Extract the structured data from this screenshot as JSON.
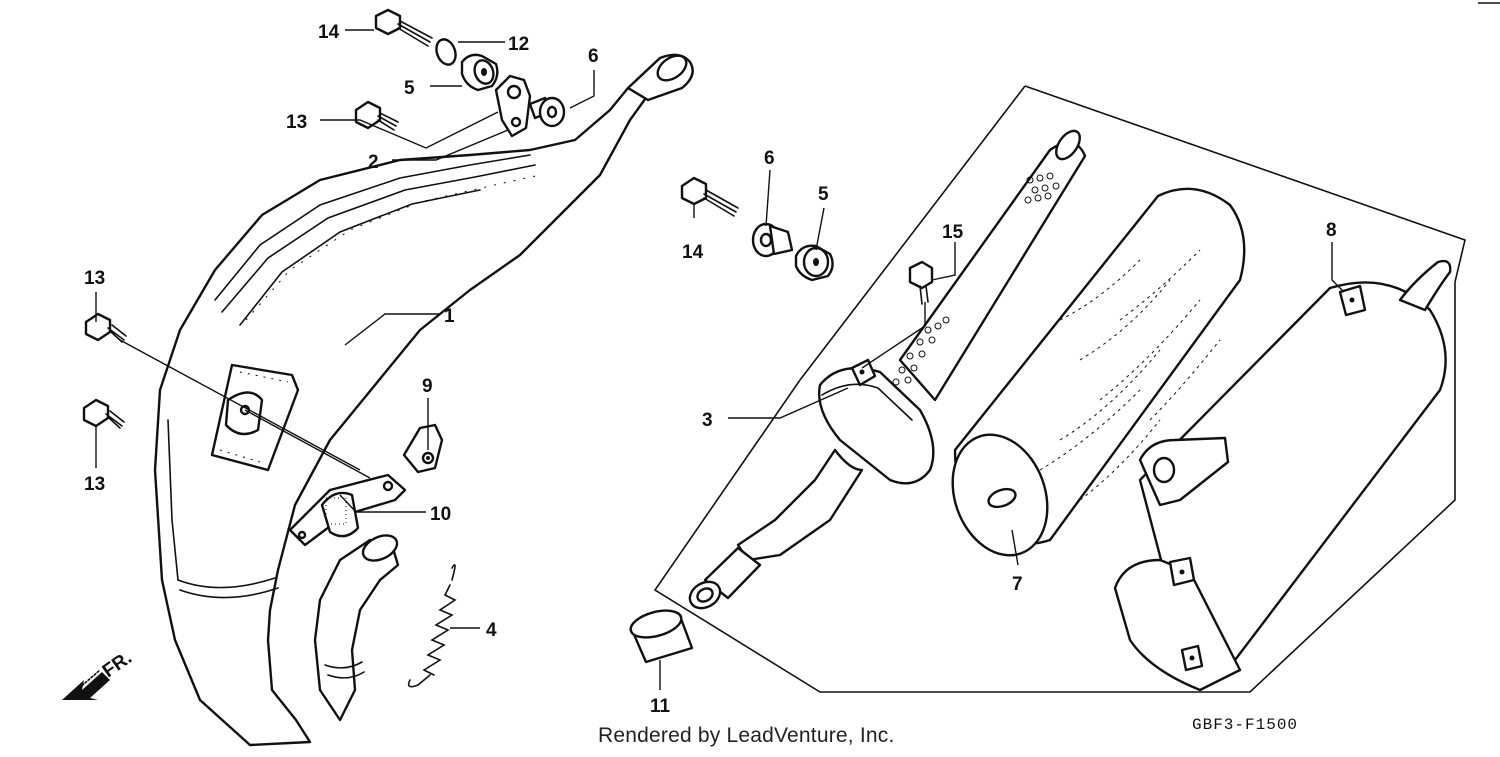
{
  "diagram": {
    "code": "GBF3-F1500",
    "credit": "Rendered by LeadVenture, Inc.",
    "direction_marker": "FR.",
    "callouts": [
      {
        "id": "1",
        "label": "1"
      },
      {
        "id": "2",
        "label": "2"
      },
      {
        "id": "3",
        "label": "3"
      },
      {
        "id": "4",
        "label": "4"
      },
      {
        "id": "5a",
        "label": "5"
      },
      {
        "id": "5b",
        "label": "5"
      },
      {
        "id": "6a",
        "label": "6"
      },
      {
        "id": "6b",
        "label": "6"
      },
      {
        "id": "7",
        "label": "7"
      },
      {
        "id": "8",
        "label": "8"
      },
      {
        "id": "9",
        "label": "9"
      },
      {
        "id": "10",
        "label": "10"
      },
      {
        "id": "11",
        "label": "11"
      },
      {
        "id": "12",
        "label": "12"
      },
      {
        "id": "13a",
        "label": "13"
      },
      {
        "id": "13b",
        "label": "13"
      },
      {
        "id": "13c",
        "label": "13"
      },
      {
        "id": "14a",
        "label": "14"
      },
      {
        "id": "14b",
        "label": "14"
      },
      {
        "id": "15",
        "label": "15"
      }
    ]
  }
}
